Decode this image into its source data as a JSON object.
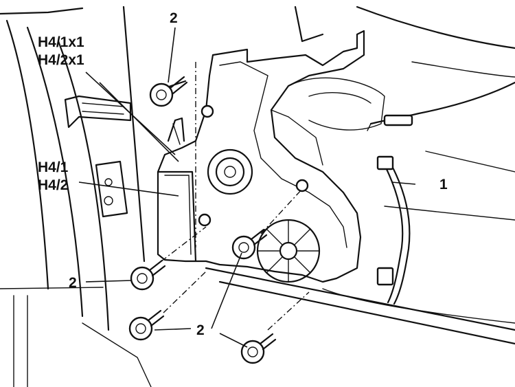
{
  "callouts": {
    "top_2": "2",
    "h4_1x1": "H4/1x1",
    "h4_2x1": "H4/2x1",
    "h4_1": "H4/1",
    "h4_2": "H4/2",
    "part_1": "1",
    "left_2": "2",
    "bottom_2": "2"
  }
}
